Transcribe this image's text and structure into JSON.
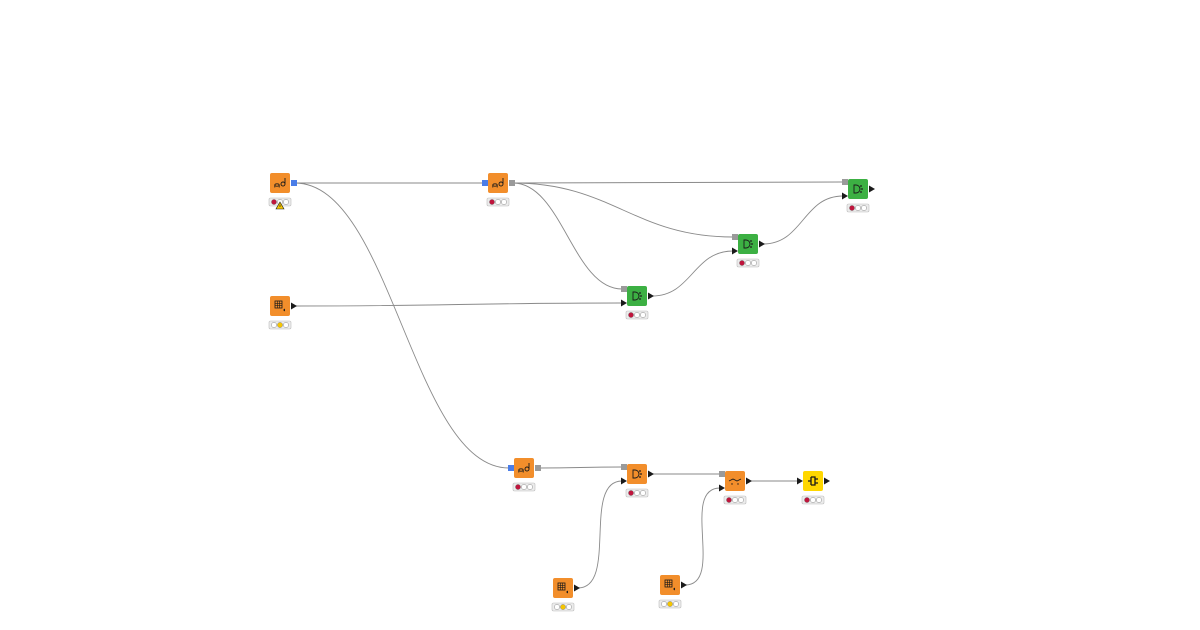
{
  "canvas": {
    "background": "#ffffff"
  },
  "colors": {
    "source": "#f28e2b",
    "learner": "#f28e2b",
    "predictor": "#3cb043",
    "sink": "#ffd700",
    "edge": "#8a8a8a",
    "port_db": "#4a7de8",
    "port_gray": "#9a9a9a",
    "status_red": "#c0143c",
    "status_yellow": "#f5c500",
    "status_empty": "#ffffff",
    "warning": "#f5c500"
  },
  "nodes": [
    {
      "id": "db-connector-1",
      "kind": "db-connector",
      "icon": "db-connector-icon",
      "color": "source",
      "status": "red",
      "warning": true
    },
    {
      "id": "db-learner-1",
      "kind": "db-learner",
      "icon": "db-learner-icon",
      "color": "learner",
      "status": "red",
      "warning": false
    },
    {
      "id": "db-predictor-3",
      "kind": "db-predictor",
      "icon": "db-predictor-icon",
      "color": "predictor",
      "status": "red",
      "warning": false
    },
    {
      "id": "db-predictor-2",
      "kind": "db-predictor",
      "icon": "db-predictor-icon",
      "color": "predictor",
      "status": "red",
      "warning": false
    },
    {
      "id": "table-creator-1",
      "kind": "table-creator",
      "icon": "table-creator-icon",
      "color": "source",
      "status": "yellow",
      "warning": false
    },
    {
      "id": "db-predictor-1",
      "kind": "db-predictor",
      "icon": "db-predictor-icon",
      "color": "predictor",
      "status": "red",
      "warning": false
    },
    {
      "id": "db-learner-2",
      "kind": "db-learner",
      "icon": "db-learner-icon",
      "color": "learner",
      "status": "red",
      "warning": false
    },
    {
      "id": "db-predictor-4",
      "kind": "db-predictor",
      "icon": "db-predictor-icon",
      "color": "learner",
      "status": "red",
      "warning": false
    },
    {
      "id": "joiner-1",
      "kind": "joiner",
      "icon": "joiner-icon",
      "color": "learner",
      "status": "red",
      "warning": false
    },
    {
      "id": "table-output-1",
      "kind": "table-output",
      "icon": "table-output-icon",
      "color": "sink",
      "status": "red",
      "warning": false
    },
    {
      "id": "table-creator-2",
      "kind": "table-creator",
      "icon": "table-creator-icon",
      "color": "source",
      "status": "yellow",
      "warning": false
    },
    {
      "id": "table-creator-3",
      "kind": "table-creator",
      "icon": "table-creator-icon",
      "color": "source",
      "status": "yellow",
      "warning": false
    }
  ],
  "edges": [
    {
      "from": "db-connector-1",
      "to": "db-learner-1"
    },
    {
      "from": "db-learner-1",
      "to": "db-predictor-3"
    },
    {
      "from": "db-learner-1",
      "to": "db-predictor-2"
    },
    {
      "from": "db-learner-1",
      "to": "db-predictor-1"
    },
    {
      "from": "db-predictor-1",
      "to": "db-predictor-2"
    },
    {
      "from": "db-predictor-2",
      "to": "db-predictor-3"
    },
    {
      "from": "table-creator-1",
      "to": "db-predictor-1"
    },
    {
      "from": "db-connector-1",
      "to": "db-learner-2"
    },
    {
      "from": "db-learner-2",
      "to": "db-predictor-4"
    },
    {
      "from": "table-creator-2",
      "to": "db-predictor-4"
    },
    {
      "from": "db-predictor-4",
      "to": "joiner-1"
    },
    {
      "from": "table-creator-3",
      "to": "joiner-1"
    },
    {
      "from": "joiner-1",
      "to": "table-output-1"
    }
  ]
}
